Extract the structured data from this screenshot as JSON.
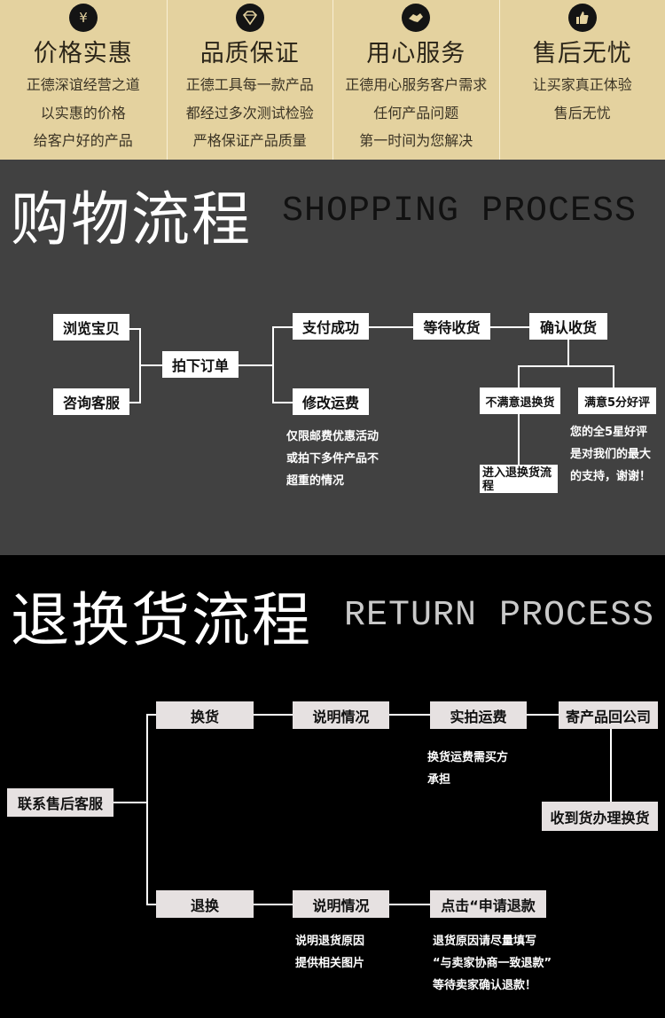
{
  "features": [
    {
      "icon": "yen-icon",
      "glyph": "¥",
      "title": "价格实惠",
      "lines": [
        "正德深谊经营之道",
        "以实惠的价格",
        "给客户好的产品"
      ]
    },
    {
      "icon": "diamond-icon",
      "glyph": "◆",
      "title": "品质保证",
      "lines": [
        "正德工具每一款产品",
        "都经过多次测试检验",
        "严格保证产品质量"
      ]
    },
    {
      "icon": "handshake-icon",
      "glyph": "✋",
      "title": "用心服务",
      "lines": [
        "正德用心服务客户需求",
        "任何产品问题",
        "第一时间为您解决"
      ]
    },
    {
      "icon": "thumbs-up-icon",
      "glyph": "👍",
      "title": "售后无忧",
      "lines": [
        "让买家真正体验",
        "售后无忧",
        ""
      ]
    }
  ],
  "shopping": {
    "title": "购物流程",
    "subtitle": "SHOPPING PROCESS",
    "steps": {
      "browse": "浏览宝贝",
      "consult": "咨询客服",
      "order": "拍下订单",
      "paid": "支付成功",
      "modify_fee": "修改运费",
      "wait": "等待收货",
      "confirm": "确认收货",
      "unsatisfied": "不满意退换货",
      "satisfied": "满意5分好评",
      "enter_return": "进入退换货流程"
    },
    "notes": {
      "modify": [
        "仅限邮费优惠活动",
        "或拍下多件产品不",
        "超重的情况"
      ],
      "satisfied": [
        "您的全5星好评",
        "是对我们的最大",
        "的支持，谢谢！"
      ]
    }
  },
  "returns": {
    "title": "退换货流程",
    "subtitle": "RETURN PROCESS",
    "steps": {
      "contact": "联系售后客服",
      "exchange": "换货",
      "explain1": "说明情况",
      "photo_fee": "实拍运费",
      "send_back": "寄产品回公司",
      "receive_exchange": "收到货办理换货",
      "refund": "退换",
      "explain2": "说明情况",
      "apply_refund": "点击“申请退款"
    },
    "notes": {
      "exchange_fee": [
        "换货运费需买方",
        "承担"
      ],
      "refund_reason": [
        "说明退货原因",
        "提供相关图片"
      ],
      "apply_steps": [
        "退货原因请尽量填写",
        "“与卖家协商一致退款”",
        "等待卖家确认退款！"
      ]
    }
  }
}
